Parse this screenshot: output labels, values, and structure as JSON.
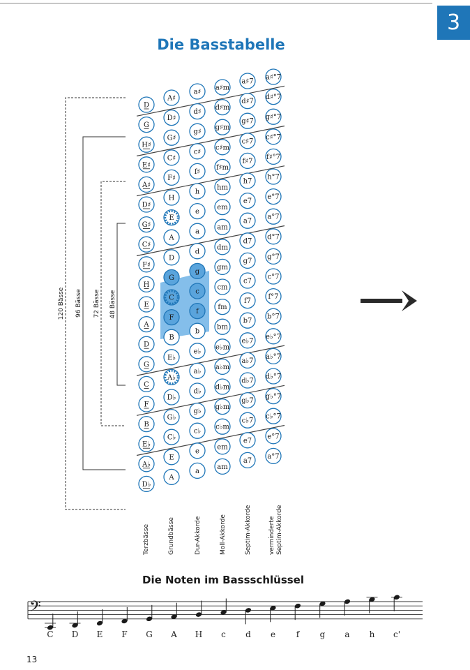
{
  "page": {
    "title": "Die Basstabelle",
    "chapter": "3",
    "subtitle": "Die Noten im Bassschlüssel",
    "page_number": "13"
  },
  "colors": {
    "accent": "#1f76b8",
    "highlight": "#6fb3e6",
    "ink": "#1a1a1a"
  },
  "icons": {
    "arrow": "right-arrow-icon",
    "clef": "bass-clef-icon"
  },
  "bass_sections": [
    {
      "label": "120 Bässe",
      "line": "dashed"
    },
    {
      "label": "96 Bässe",
      "line": "solid"
    },
    {
      "label": "72 Bässe",
      "line": "dashed"
    },
    {
      "label": "48 Bässe",
      "line": "solid"
    }
  ],
  "columns": [
    {
      "label": "Terzbässe",
      "cells": [
        "D",
        "G",
        "H♯",
        "E♯",
        "A♯",
        "D♯",
        "G♯",
        "C♯",
        "F♯",
        "H",
        "E",
        "A",
        "D",
        "G",
        "C",
        "F",
        "B",
        "E♭",
        "A♭",
        "D♭"
      ],
      "underline": true
    },
    {
      "label": "Grundbässe",
      "cells": [
        "A♯",
        "D♯",
        "G♯",
        "C♯",
        "F♯",
        "H",
        "E",
        "A",
        "D",
        "G",
        "C",
        "F",
        "B",
        "E♭",
        "A♭",
        "D♭",
        "G♭",
        "C♭",
        "E",
        "A"
      ],
      "underline": false
    },
    {
      "label": "Dur-Akkorde",
      "cells": [
        "a♯",
        "d♯",
        "g♯",
        "c♯",
        "f♯",
        "h",
        "e",
        "a",
        "d",
        "g",
        "c",
        "f",
        "b",
        "e♭",
        "a♭",
        "d♭",
        "g♭",
        "c♭",
        "e",
        "a"
      ],
      "underline": false
    },
    {
      "label": "Moll-Akkorde",
      "cells": [
        "a♯m",
        "d♯m",
        "g♯m",
        "c♯m",
        "f♯m",
        "hm",
        "em",
        "am",
        "dm",
        "gm",
        "cm",
        "fm",
        "bm",
        "e♭m",
        "a♭m",
        "d♭m",
        "g♭m",
        "c♭m",
        "em",
        "am"
      ],
      "underline": false
    },
    {
      "label": "Septim-Akkorde",
      "cells": [
        "a♯7",
        "d♯7",
        "g♯7",
        "c♯7",
        "f♯7",
        "h7",
        "e7",
        "a7",
        "d7",
        "g7",
        "c7",
        "f7",
        "b7",
        "e♭7",
        "a♭7",
        "d♭7",
        "g♭7",
        "c♭7",
        "e7",
        "a7"
      ],
      "underline": false
    },
    {
      "label": "verminderte Septim-Akkorde",
      "cells": [
        "a♯°7",
        "d♯°7",
        "g♯°7",
        "c♯°7",
        "f♯°7",
        "h°7",
        "e°7",
        "a°7",
        "d°7",
        "g°7",
        "c°7",
        "f°7",
        "b°7",
        "e♭°7",
        "a♭°7",
        "d♭°7",
        "g♭°7",
        "c♭°7",
        "e°7",
        "a°7"
      ],
      "underline": false
    }
  ],
  "marked_buttons": [
    "E",
    "C",
    "A♭"
  ],
  "highlighted_buttons": [
    "G",
    "C",
    "F",
    "g",
    "c",
    "f"
  ],
  "staff": {
    "notes": [
      "C",
      "D",
      "E",
      "F",
      "G",
      "A",
      "H",
      "c",
      "d",
      "e",
      "f",
      "g",
      "a",
      "h",
      "c'"
    ]
  }
}
